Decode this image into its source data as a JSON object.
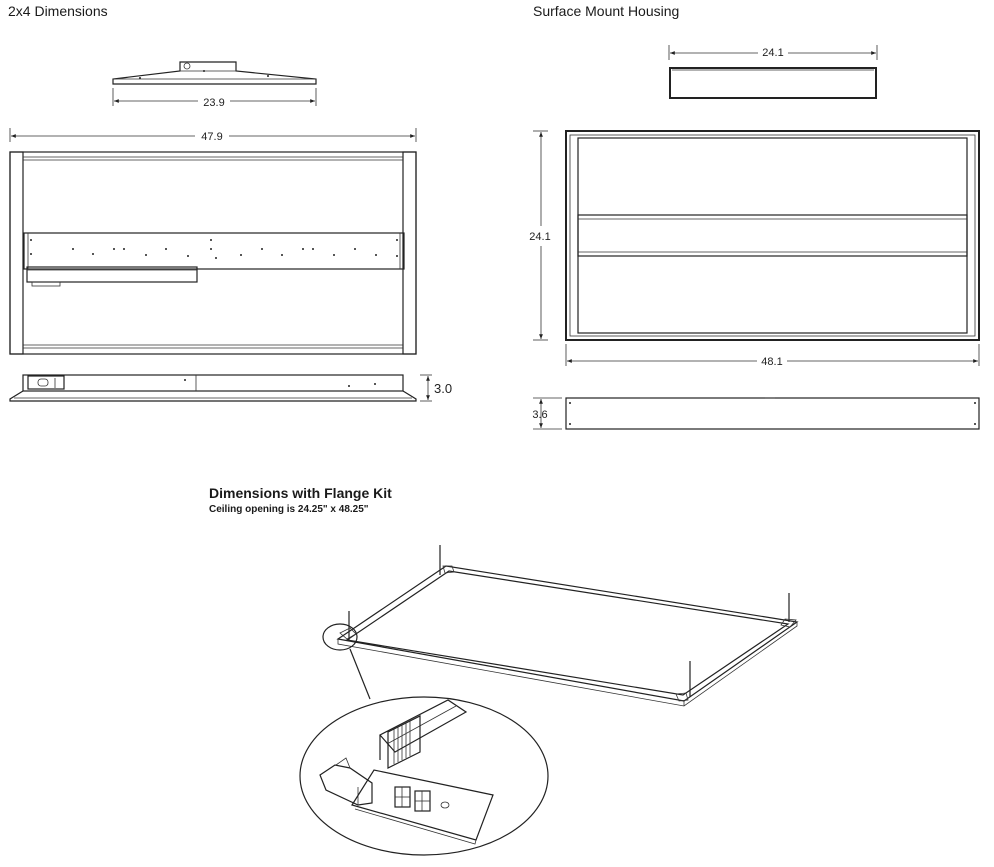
{
  "sections": {
    "dims_2x4": {
      "title": "2x4 Dimensions"
    },
    "surface_mount": {
      "title": "Surface Mount Housing"
    },
    "flange_kit": {
      "title": "Dimensions with Flange Kit",
      "subtitle": "Ceiling opening is 24.25\" x 48.25\""
    }
  },
  "dimensions": {
    "end_width": "23.9",
    "overall_length": "47.9",
    "depth": "3.0",
    "housing_end_width": "24.1",
    "housing_width": "24.1",
    "housing_length": "48.1",
    "housing_depth": "3.6"
  }
}
